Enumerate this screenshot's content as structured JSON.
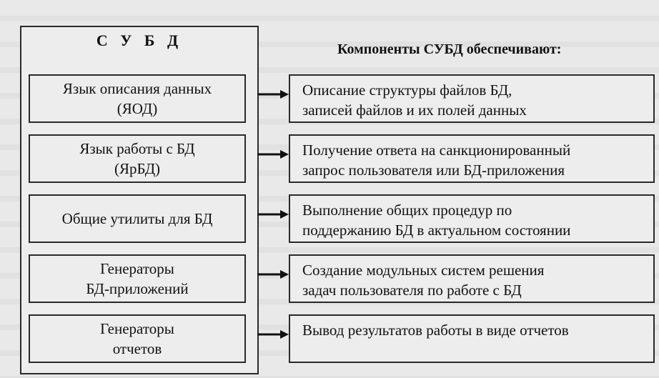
{
  "dbms_title": "С У Б Д",
  "components_header": "Компоненты СУБД обеспечивают:",
  "components": [
    {
      "name_line1": "Язык описания данных",
      "name_line2": "(ЯОД)",
      "desc_line1": "Описание структуры файлов БД,",
      "desc_line2": "записей файлов и их полей данных"
    },
    {
      "name_line1": "Язык работы с БД",
      "name_line2": "(ЯрБД)",
      "desc_line1": "Получение ответа на санкционированный",
      "desc_line2": "запрос пользователя или БД-приложения"
    },
    {
      "name_line1": "Общие утилиты для БД",
      "name_line2": "",
      "desc_line1": "Выполнение общих процедур по",
      "desc_line2": "поддержанию БД в актуальном состоянии"
    },
    {
      "name_line1": "Генераторы",
      "name_line2": "БД-приложений",
      "desc_line1": "Создание модульных систем решения",
      "desc_line2": "задач пользователя по работе с БД"
    },
    {
      "name_line1": "Генераторы",
      "name_line2": "отчетов",
      "desc_line1": "Вывод результатов работы в виде отчетов",
      "desc_line2": ""
    }
  ]
}
